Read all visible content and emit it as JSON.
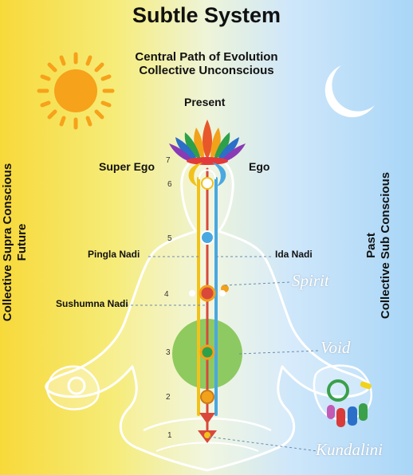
{
  "title": "Subtle System",
  "subtitle_line1": "Central Path of Evolution",
  "subtitle_line2": "Collective Unconscious",
  "present": "Present",
  "super_ego": "Super Ego",
  "ego": "Ego",
  "left_vertical_line1": "Collective Supra Conscious",
  "left_vertical_line2": "Future",
  "right_vertical_line1": "Past",
  "right_vertical_line2": "Collective Sub Conscious",
  "pingla_nadi": "Pingla Nadi",
  "ida_nadi": "Ida Nadi",
  "sushumna_nadi": "Sushumna Nadi",
  "spirit": "Spirit",
  "void": "Void",
  "kundalini": "Kundalini",
  "chakra_numbers": [
    "7",
    "6",
    "5",
    "4",
    "3",
    "2",
    "1"
  ],
  "colors": {
    "sun": "#f6a21a",
    "body_outline": "#ffffff",
    "void_circle": "#7cc24a",
    "left_channel": "#f2c21a",
    "right_channel": "#4aa8e0",
    "central_channel": "#d9483a"
  }
}
